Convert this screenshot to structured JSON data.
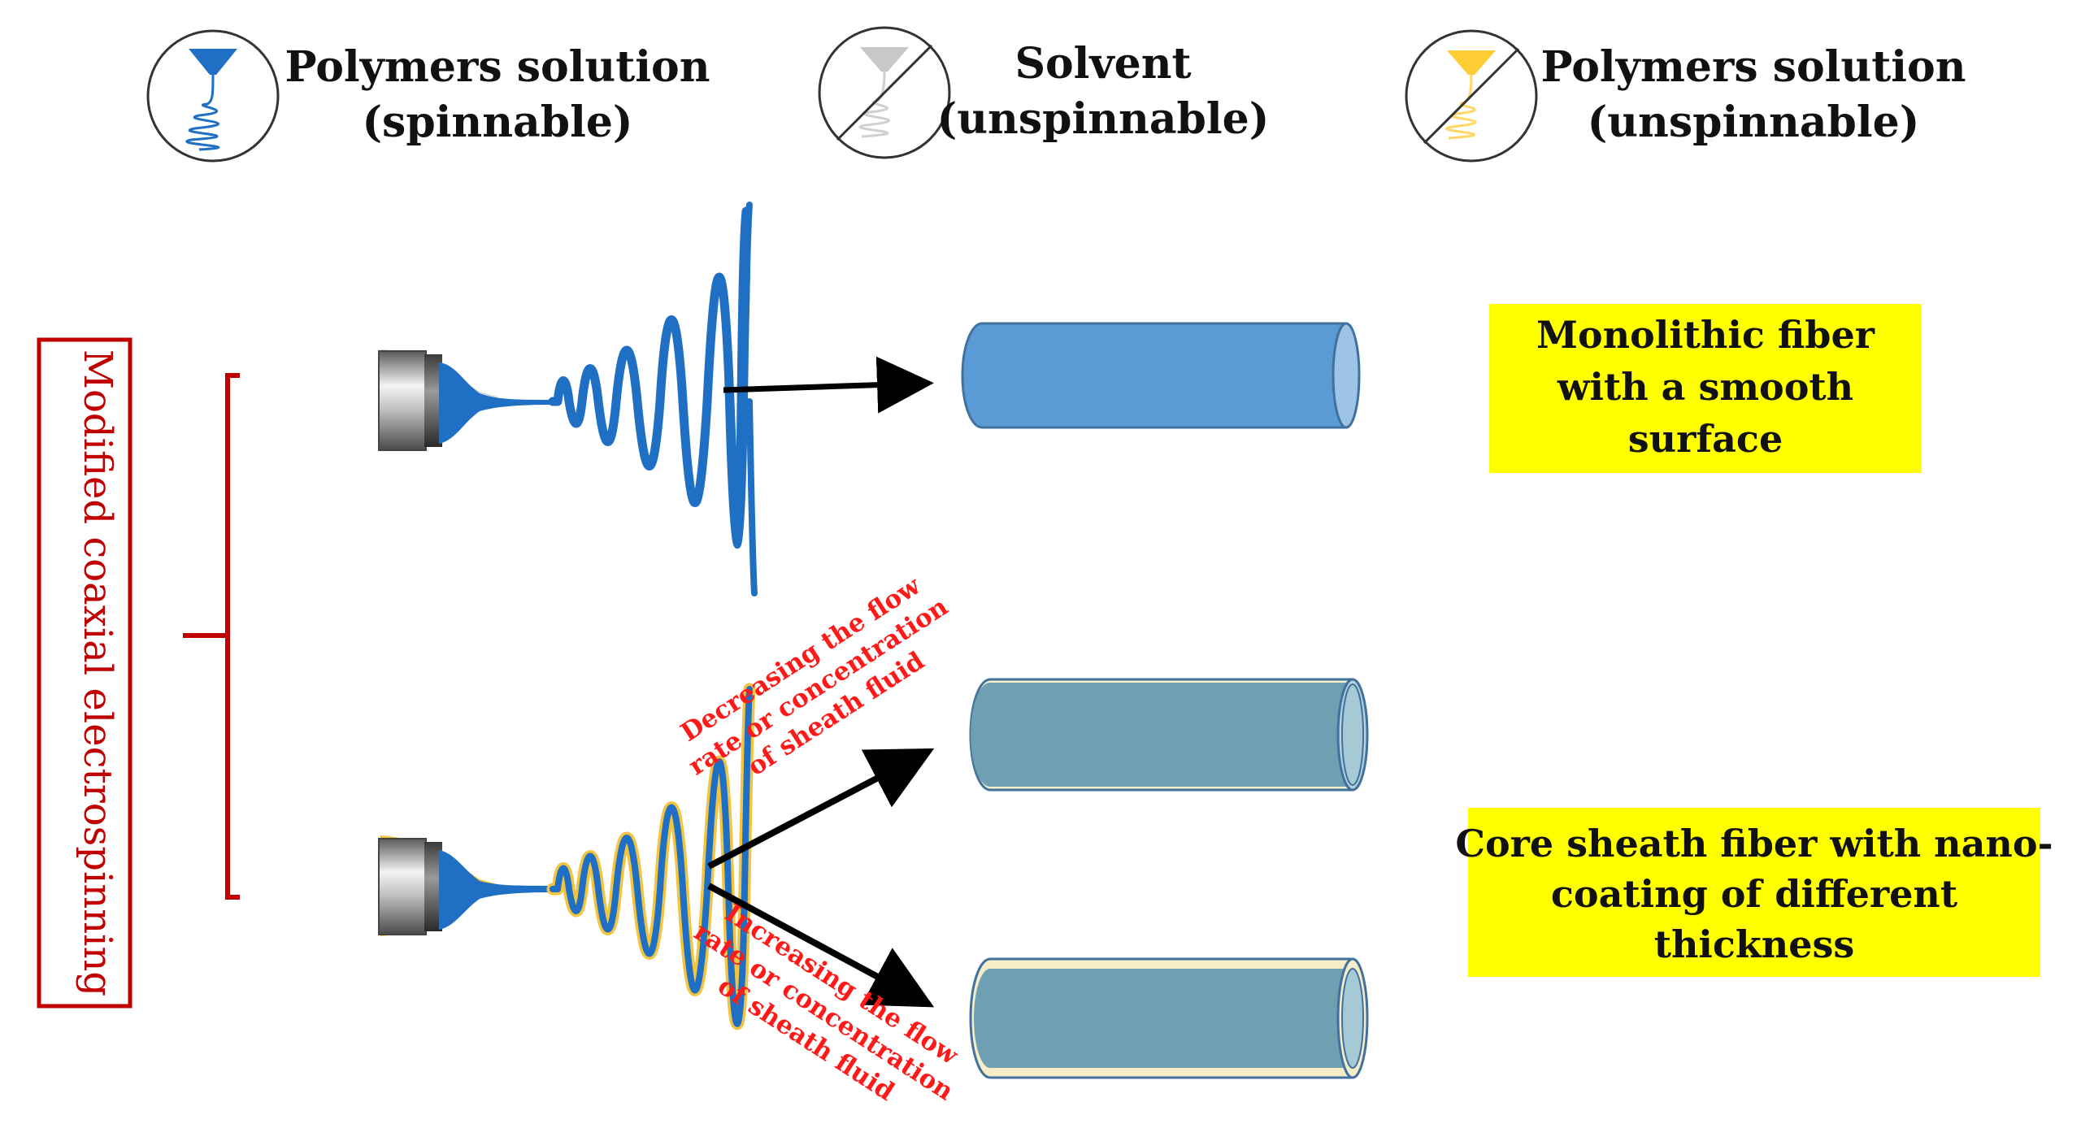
{
  "legend": [
    {
      "line1": "Polymers solution",
      "line2": "(spinnable)",
      "icon": "spinnable-polymer-icon",
      "color": "#1f6fc5"
    },
    {
      "line1": "Solvent",
      "line2": "(unspinnable)",
      "icon": "unspinnable-solvent-icon",
      "color": "#bfbfbf"
    },
    {
      "line1": "Polymers solution",
      "line2": "(unspinnable)",
      "icon": "unspinnable-polymer-icon",
      "color": "#ffcc33"
    }
  ],
  "side_label": "Modified coaxial electrospinning",
  "results": {
    "monolithic": {
      "line1": "Monolithic fiber",
      "line2": "with a smooth",
      "line3": "surface"
    },
    "core_sheath": {
      "line1": "Core sheath fiber with nano-",
      "line2": "coating of different",
      "line3": "thickness"
    }
  },
  "conditions": {
    "decrease": {
      "line1": "Decreasing the flow",
      "line2": "rate or concentration",
      "line3": "of sheath fluid"
    },
    "increase": {
      "line1": "Increasing the flow",
      "line2": "rate or concentration",
      "line3": "of sheath fluid"
    }
  },
  "colors": {
    "jet_blue": "#1f6fc5",
    "sheath_yellow": "#f2c440",
    "fiber_blue": "#5b9bd5",
    "fiber_teal": "#6f9fb3",
    "result_box": "#ffff00",
    "bracket_red": "#c00000",
    "condition_red": "#ff1a1a"
  }
}
